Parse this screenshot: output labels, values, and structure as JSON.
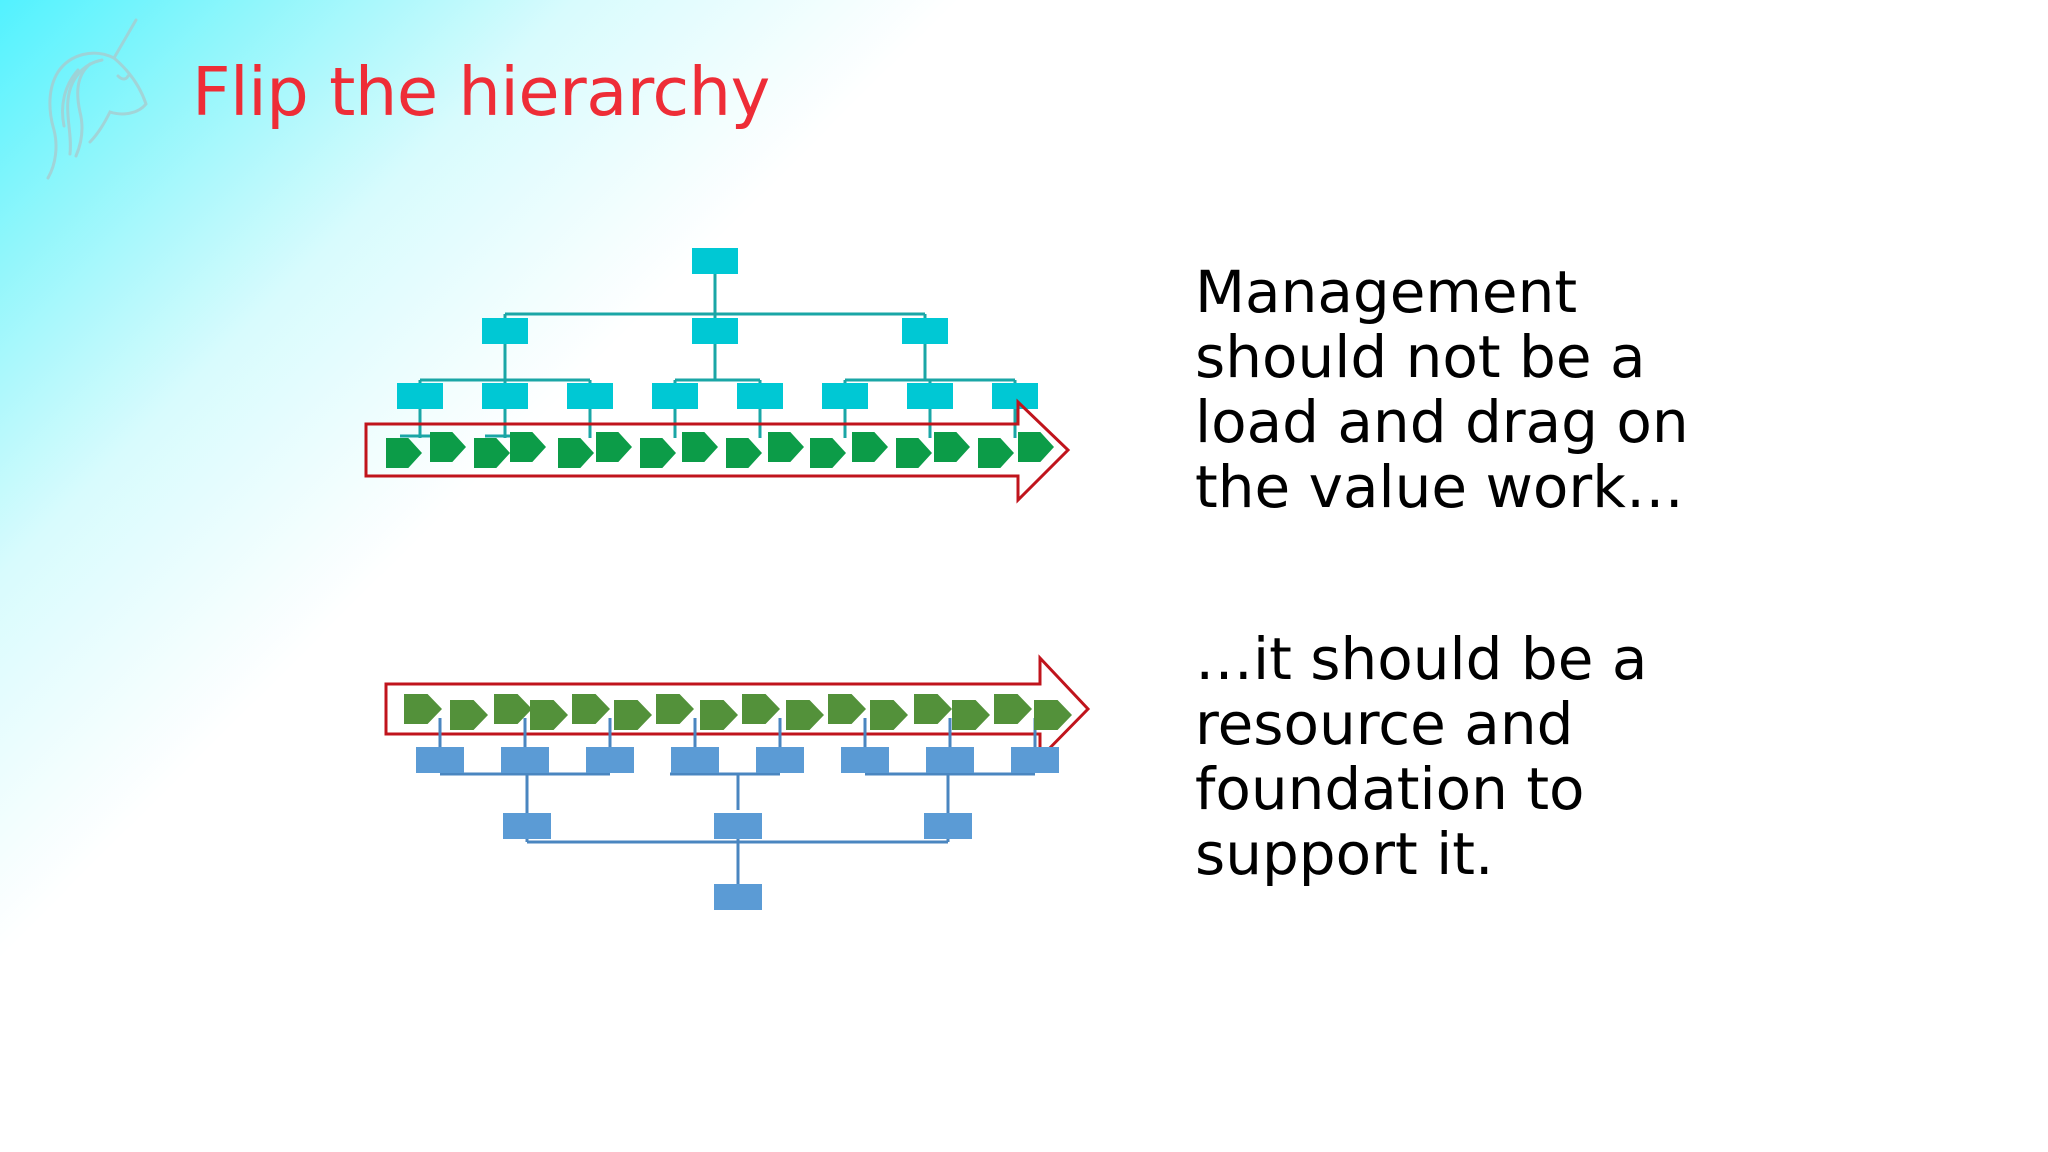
{
  "slide": {
    "title": "Flip the hierarchy",
    "logo_icon": "unicorn-head-icon"
  },
  "top_text": {
    "lines": [
      "Management",
      "should not be a",
      "load and drag on",
      "the value work…"
    ]
  },
  "bottom_text": {
    "lines": [
      "…it should be a",
      "resource and",
      "foundation to",
      "support it."
    ]
  },
  "colors": {
    "title": "#ee2d37",
    "top_org_boxes": "#00c8d4",
    "top_org_lines": "#1aa6a6",
    "top_chevrons": "#0c9c48",
    "bottom_org_boxes": "#5b9bd5",
    "bottom_org_lines": "#4a86c0",
    "bottom_chevrons": "#53913a",
    "value_stream_arrow_outline": "#c0141c"
  },
  "diagrams": {
    "top": {
      "orientation": "management-on-top",
      "levels": [
        1,
        3,
        8
      ],
      "value_stream_steps": 16
    },
    "bottom": {
      "orientation": "management-underneath",
      "levels": [
        8,
        3,
        1
      ],
      "value_stream_steps": 16
    }
  }
}
